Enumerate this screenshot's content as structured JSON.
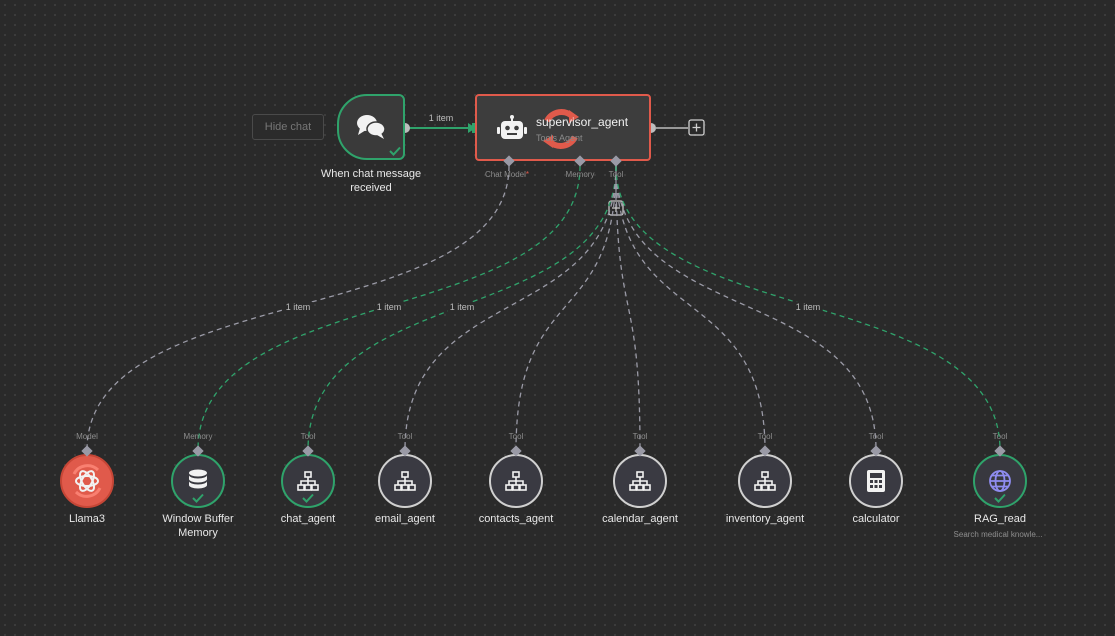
{
  "canvas": {
    "hide_chat_label": "Hide chat",
    "add_icon": "plus-square-icon",
    "colors": {
      "background": "#2a2a2a",
      "success": "#2fa36b",
      "error": "#e05a4b",
      "edge": "#9a9aa6"
    }
  },
  "trigger": {
    "title": "When chat message received",
    "icon": "chat-bubbles-icon"
  },
  "agent": {
    "title": "supervisor_agent",
    "subtitle": "Tools Agent",
    "icon": "robot-icon",
    "ports": {
      "chat_model": "Chat Model",
      "chat_model_required": "*",
      "memory": "Memory",
      "tool": "Tool"
    }
  },
  "edge_labels": {
    "main": "1 item",
    "model": "1 item",
    "memory": "1 item",
    "chat_agent": "1 item",
    "rag": "1 item"
  },
  "subnodes": [
    {
      "id": "llama3",
      "title": "Llama3",
      "port": "Model",
      "icon": "openai-icon",
      "status": "error"
    },
    {
      "id": "window-buffer-memory",
      "title": "Window Buffer Memory",
      "port": "Memory",
      "icon": "database-icon",
      "status": "success"
    },
    {
      "id": "chat-agent",
      "title": "chat_agent",
      "port": "Tool",
      "icon": "sitemap-icon",
      "status": "success"
    },
    {
      "id": "email-agent",
      "title": "email_agent",
      "port": "Tool",
      "icon": "sitemap-icon",
      "status": "idle"
    },
    {
      "id": "contacts-agent",
      "title": "contacts_agent",
      "port": "Tool",
      "icon": "sitemap-icon",
      "status": "idle"
    },
    {
      "id": "calendar-agent",
      "title": "calendar_agent",
      "port": "Tool",
      "icon": "sitemap-icon",
      "status": "idle"
    },
    {
      "id": "inventory-agent",
      "title": "inventory_agent",
      "port": "Tool",
      "icon": "sitemap-icon",
      "status": "idle"
    },
    {
      "id": "calculator",
      "title": "calculator",
      "port": "Tool",
      "icon": "calculator-icon",
      "status": "idle"
    },
    {
      "id": "rag-read",
      "title": "RAG_read",
      "subtitle": "Search medical knowle...",
      "port": "Tool",
      "icon": "globe-icon",
      "status": "success"
    }
  ]
}
